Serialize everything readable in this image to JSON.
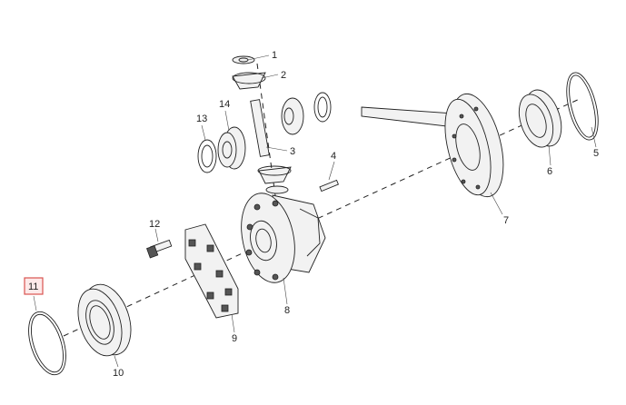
{
  "diagram": {
    "highlight_color": "#d9534f",
    "line_color": "#222222",
    "callouts": [
      {
        "id": "1",
        "label": "1"
      },
      {
        "id": "2",
        "label": "2"
      },
      {
        "id": "3",
        "label": "3"
      },
      {
        "id": "4",
        "label": "4"
      },
      {
        "id": "5",
        "label": "5"
      },
      {
        "id": "6",
        "label": "6"
      },
      {
        "id": "7",
        "label": "7"
      },
      {
        "id": "8",
        "label": "8"
      },
      {
        "id": "9",
        "label": "9"
      },
      {
        "id": "10",
        "label": "10"
      },
      {
        "id": "11",
        "label": "11",
        "highlighted": true
      },
      {
        "id": "12",
        "label": "12"
      },
      {
        "id": "13",
        "label": "13"
      },
      {
        "id": "14",
        "label": "14"
      }
    ]
  }
}
